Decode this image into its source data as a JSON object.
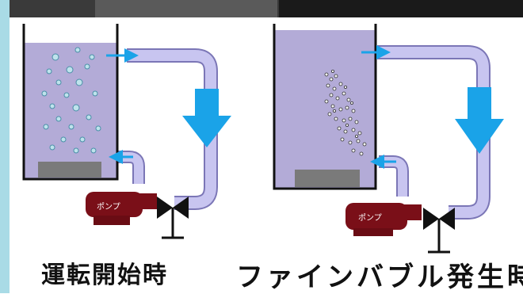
{
  "panels": [
    {
      "caption": "運転開始時",
      "pump_label": "ポンプ",
      "bubble_type": "large"
    },
    {
      "caption": "ファインバブル発生時",
      "pump_label": "ポンプ",
      "bubble_type": "fine"
    }
  ],
  "colors": {
    "water": "#b3abd7",
    "pipe": "#c8c5f0",
    "pipe_edge": "#7b76b6",
    "flow_arrow": "#1aa3e8",
    "pump": "#7a0f18",
    "diffuser": "#7a7a7a",
    "valve": "#111111"
  }
}
